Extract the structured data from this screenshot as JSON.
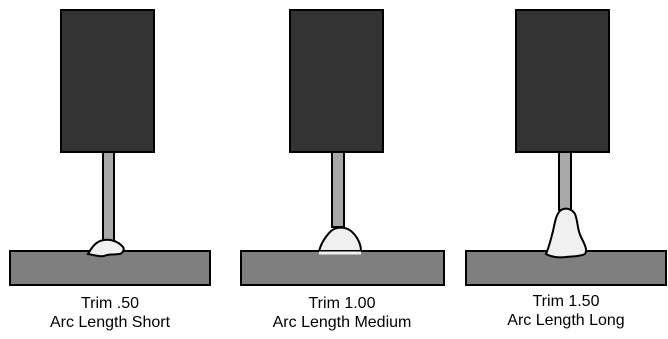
{
  "colors": {
    "torch": "#333333",
    "electrode": "#a8a8a8",
    "plate": "#7f7f7f",
    "weld": "#f0f0f0",
    "outline": "#000000"
  },
  "panels": [
    {
      "trim": "Trim .50",
      "arc": "Arc Length Short"
    },
    {
      "trim": "Trim 1.00",
      "arc": "Arc Length Medium"
    },
    {
      "trim": "Trim 1.50",
      "arc": "Arc Length Long"
    }
  ]
}
